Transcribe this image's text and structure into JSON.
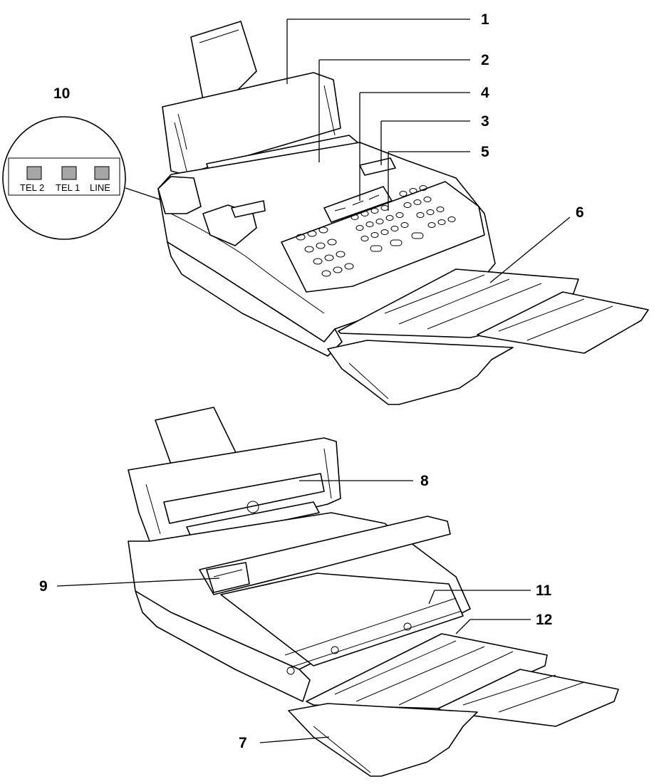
{
  "callouts": {
    "c1": "1",
    "c2": "2",
    "c3": "3",
    "c4": "4",
    "c5": "5",
    "c6": "6",
    "c7": "7",
    "c8": "8",
    "c9": "9",
    "c10": "10",
    "c11": "11",
    "c12": "12"
  },
  "jacks": [
    {
      "label": "TEL 2",
      "color": "#a6a6a6"
    },
    {
      "label": "TEL 1",
      "color": "#a6a6a6"
    },
    {
      "label": "LINE",
      "color": "#a6a6a6"
    }
  ]
}
